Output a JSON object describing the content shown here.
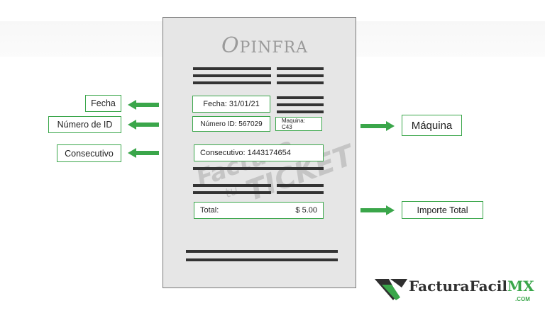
{
  "receipt": {
    "logo_letter": "O",
    "logo_word": "PINFRA",
    "watermark": [
      "Factura",
      "tu",
      "TICKET"
    ],
    "fields": {
      "fecha": "Fecha: 31/01/21",
      "numero_id": "Número ID: 567029",
      "maquina": "Maquina: C43",
      "consecutivo": "Consecutivo: 1443174654",
      "total_label": "Total:",
      "total_value": "$ 5.00"
    }
  },
  "labels": {
    "fecha": "Fecha",
    "numero_id": "Número de ID",
    "consecutivo": "Consecutivo",
    "maquina": "Máquina",
    "importe_total": "Importe Total"
  },
  "brand": {
    "name_dark": "FacturaFacil",
    "name_green": "MX",
    "suffix": ".COM"
  },
  "colors": {
    "accent": "#3aa64a",
    "receipt_bg": "#e6e6e6",
    "text_lines": "#333333"
  }
}
